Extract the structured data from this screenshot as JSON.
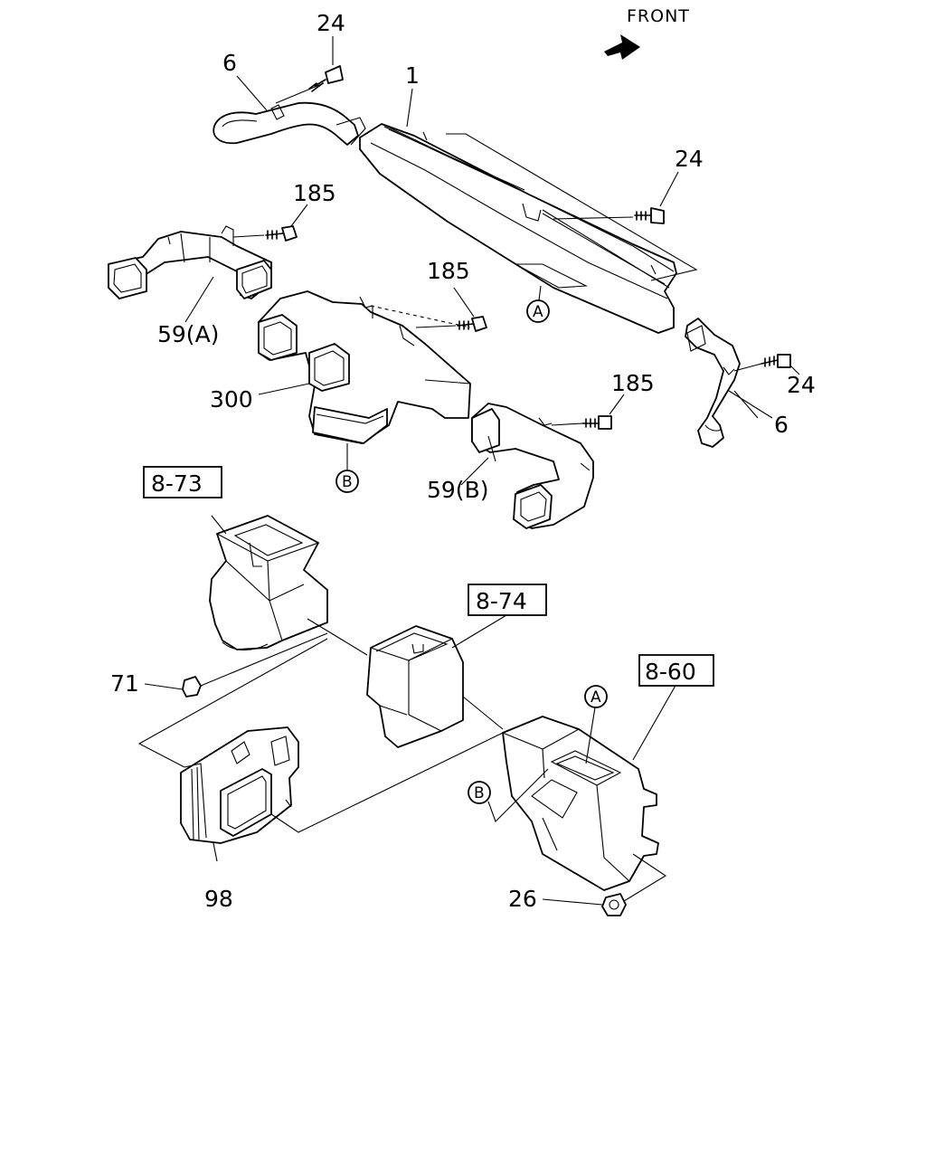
{
  "front_indicator": {
    "label": "FRONT"
  },
  "labels": {
    "bolt_24_top": "24",
    "duct_6_left": "6",
    "part_1": "1",
    "bolt_24_right": "24",
    "bolt_185_a": "185",
    "bolt_185_b": "185",
    "duct_59a": "59(A)",
    "duct_300": "300",
    "bolt_185_c": "185",
    "bolt_24_lower": "24",
    "duct_6_right": "6",
    "duct_59b": "59(B)",
    "nut_71": "71",
    "unit_98": "98",
    "nut_26": "26"
  },
  "references": {
    "ref_873": "8-73",
    "ref_874": "8-74",
    "ref_860": "8-60"
  },
  "callouts": {
    "a_main": "A",
    "b_main": "B",
    "a_heater": "A",
    "b_heater": "B"
  }
}
